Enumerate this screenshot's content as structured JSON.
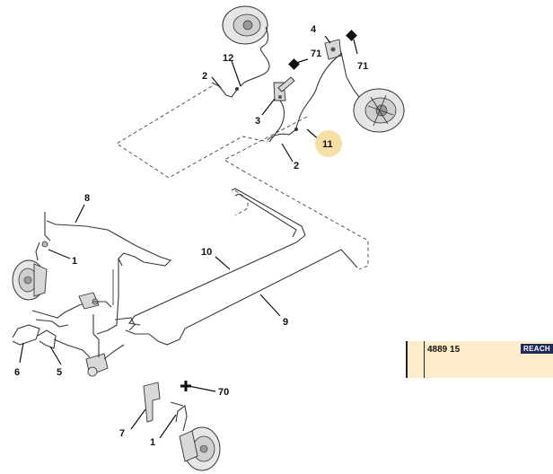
{
  "diagram": {
    "callouts": {
      "c4": "4",
      "c71a": "71",
      "c71b": "71",
      "c12": "12",
      "c2a": "2",
      "c3": "3",
      "c11": "11",
      "c2b": "2",
      "c8": "8",
      "c1a": "1",
      "c10": "10",
      "c9": "9",
      "c6": "6",
      "c5": "5",
      "c70": "70",
      "c7": "7",
      "c1b": "1"
    },
    "highlight_color": "#f5dfa3"
  },
  "reference": {
    "code": "4889 15",
    "badge": "REACH",
    "panel_color": "#fdebc9",
    "badge_color": "#1d2b5a"
  }
}
